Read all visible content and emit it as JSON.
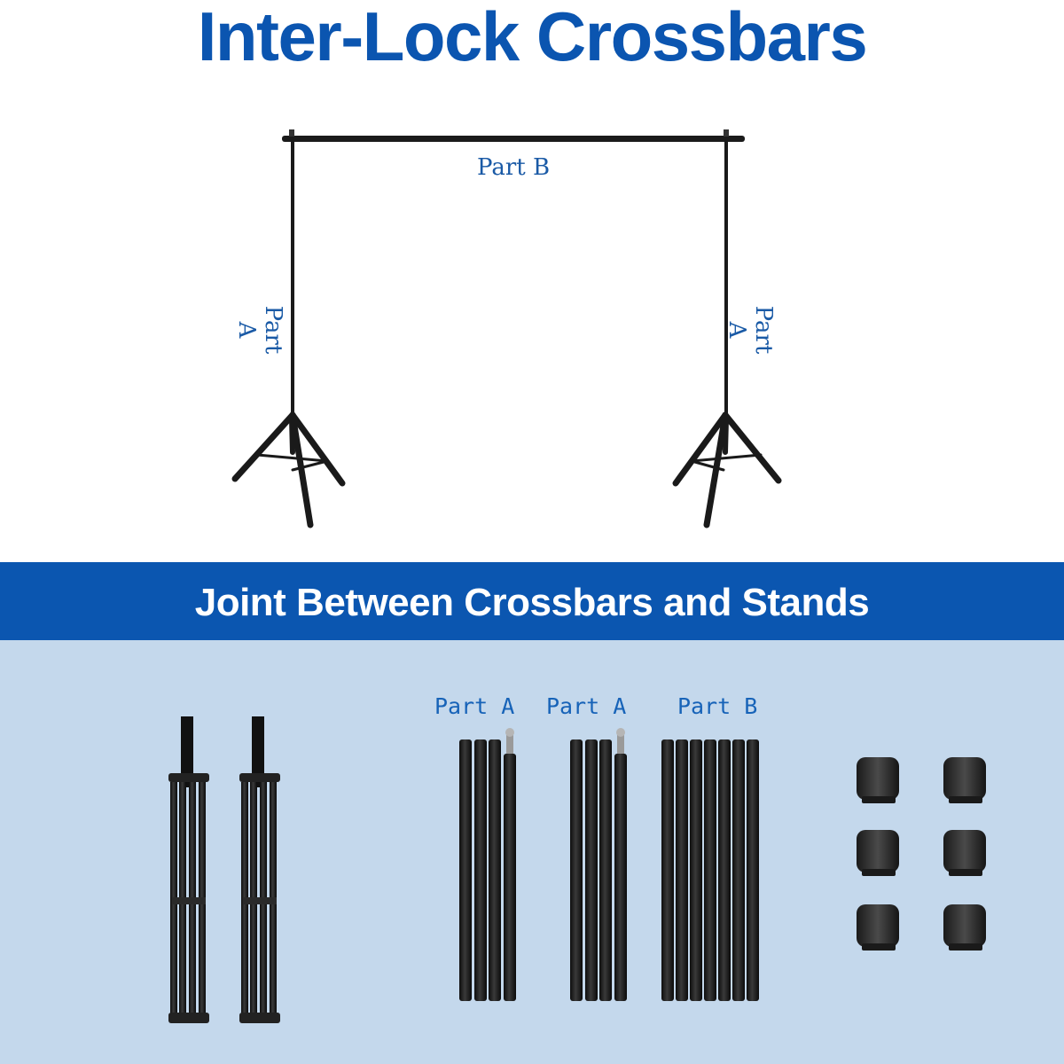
{
  "header": {
    "title": "Inter-Lock Crossbars"
  },
  "frame": {
    "crossbar_label": "Part B",
    "left_stand_label": "Part A",
    "right_stand_label": "Part A"
  },
  "banner": {
    "title": "Joint Between Crossbars and Stands"
  },
  "parts": {
    "labels": [
      "Part A",
      "Part A",
      "Part B"
    ]
  },
  "colors": {
    "title_blue": "#0b55b0",
    "banner_blue": "#0b56b0",
    "lower_background": "#c4d8ec",
    "label_blue": "#1a5aa6"
  }
}
